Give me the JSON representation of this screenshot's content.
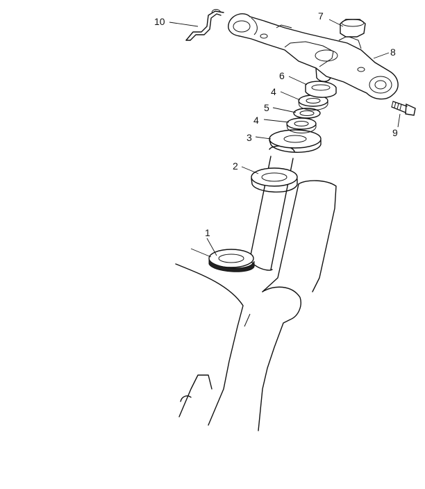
{
  "callouts": [
    {
      "id": "1",
      "label": "1"
    },
    {
      "id": "2",
      "label": "2"
    },
    {
      "id": "3",
      "label": "3"
    },
    {
      "id": "4a",
      "label": "4"
    },
    {
      "id": "5",
      "label": "5"
    },
    {
      "id": "4b",
      "label": "4"
    },
    {
      "id": "6",
      "label": "6"
    },
    {
      "id": "7",
      "label": "7"
    },
    {
      "id": "8",
      "label": "8"
    },
    {
      "id": "9",
      "label": "9"
    },
    {
      "id": "10",
      "label": "10"
    }
  ]
}
